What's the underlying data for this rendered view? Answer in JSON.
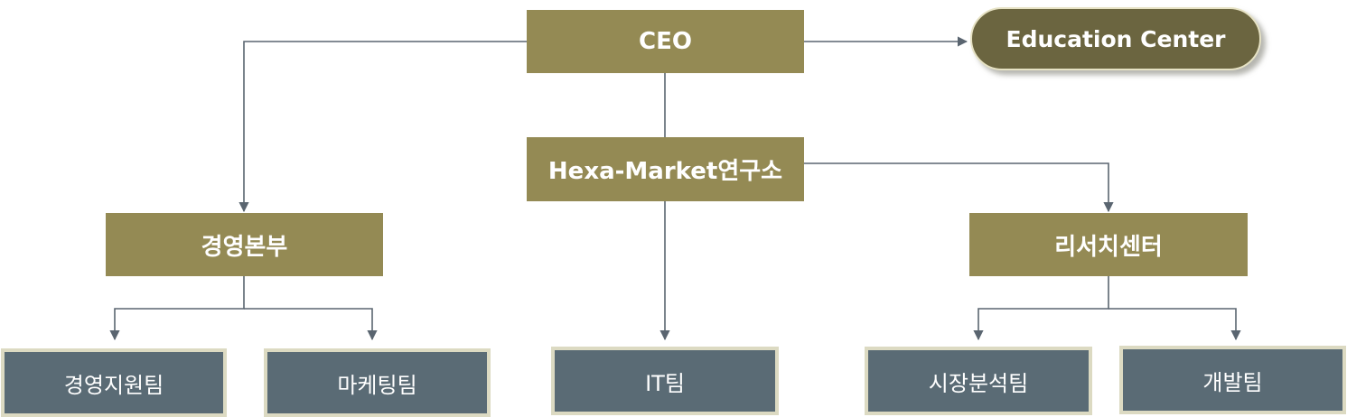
{
  "org": {
    "ceo": "CEO",
    "education_center": "Education Center",
    "lab": "Hexa-Market연구소",
    "mgmt_hq": "경영본부",
    "research_center": "리서치센터",
    "teams": {
      "mgmt_support": "경영지원팀",
      "marketing": "마케팅팀",
      "it": "IT팀",
      "market_analysis": "시장분석팀",
      "development": "개발팀"
    }
  },
  "colors": {
    "olive_box": "#948a54",
    "team_box": "#5a6b75",
    "team_border": "#dcdac2",
    "oval": "#6b6540",
    "connector": "#5a6570"
  }
}
